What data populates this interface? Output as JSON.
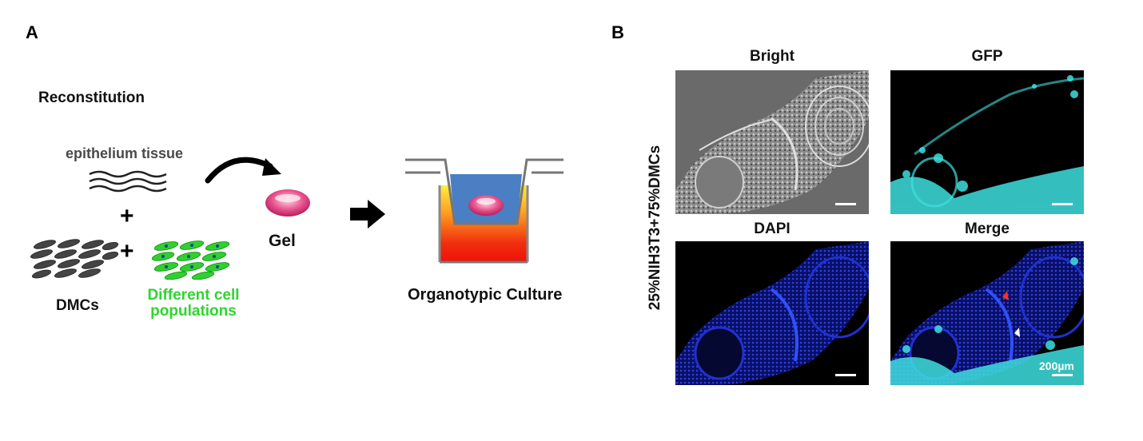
{
  "panel_a": {
    "letter": "A",
    "title": "Reconstitution",
    "epithelium_label": "epithelium tissue",
    "plus": "+",
    "dmcs_label": "DMCs",
    "different_cells_line1": "Different cell",
    "different_cells_line2": "populations",
    "gel_label": "Gel",
    "culture_label": "Organotypic Culture"
  },
  "panel_b": {
    "letter": "B",
    "row_label": "25%NIH3T3+75%DMCs",
    "images": [
      {
        "title": "Bright"
      },
      {
        "title": "GFP"
      },
      {
        "title": "DAPI"
      },
      {
        "title": "Merge"
      }
    ],
    "scale_bar_text": "200µm"
  },
  "colors": {
    "green_text": "#2fd52f",
    "gel_pink": "#e8508a",
    "medium_blue": "#4a7fc4",
    "culture_red": "#f02010",
    "culture_yellow": "#ffe020",
    "gfp_cyan": "#3fe0e0",
    "dapi_blue": "#2030d0"
  }
}
